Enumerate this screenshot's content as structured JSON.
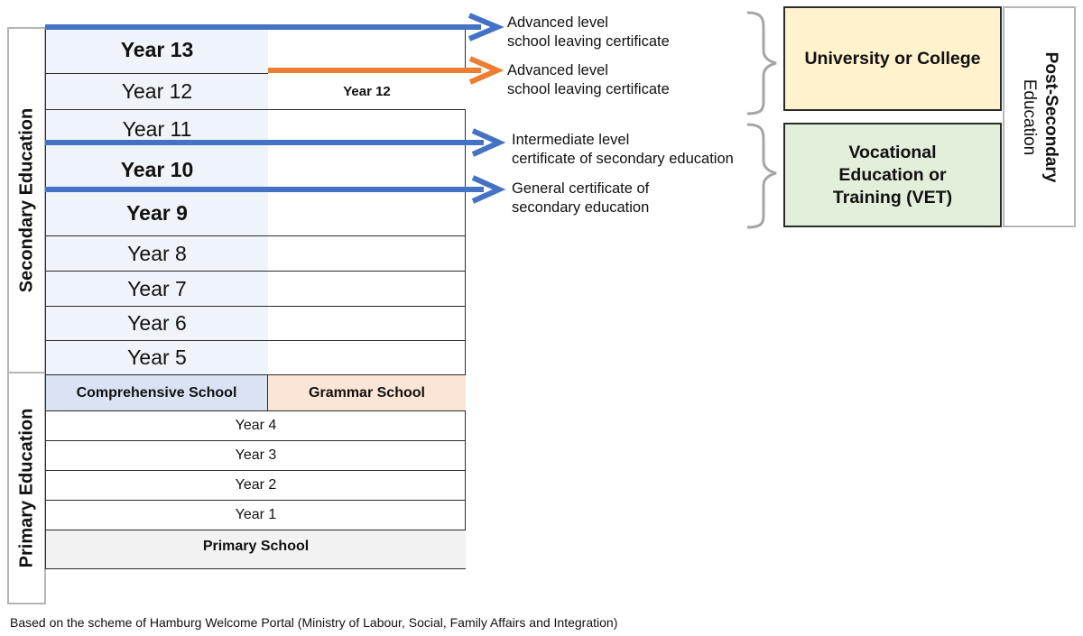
{
  "bands": {
    "secondary": "Secondary Education",
    "primary": "Primary Education"
  },
  "comprehensive": {
    "years": [
      "Year 13",
      "Year 12",
      "Year 11",
      "Year 10",
      "Year 9",
      "Year 8",
      "Year 7",
      "Year 6",
      "Year 5"
    ],
    "label": "Comprehensive School"
  },
  "grammar": {
    "year12": "Year 12",
    "label": "Grammar School"
  },
  "primary": {
    "years": [
      "Year 4",
      "Year 3",
      "Year 2",
      "Year 1"
    ],
    "label": "Primary School"
  },
  "certificates": [
    {
      "line1": "Advanced level",
      "line2": "school leaving certificate"
    },
    {
      "line1": "Advanced level",
      "line2": "school leaving certificate"
    },
    {
      "line1": "Intermediate level",
      "line2": "certificate of secondary education"
    },
    {
      "line1": "General certificate of",
      "line2": "secondary education"
    }
  ],
  "post_secondary": {
    "label_line1": "Post-Secondary",
    "label_line2": "Education",
    "university": "University or College",
    "vet_line1": "Vocational",
    "vet_line2": "Education or",
    "vet_line3": "Training (VET)"
  },
  "footer": "Based on the scheme of Hamburg Welcome Portal (Ministry of Labour, Social, Family Affairs and Integration)",
  "colors": {
    "arrow_blue": "#4472c4",
    "arrow_orange": "#ed7d31",
    "comprehensive_fill": "#eff3fa",
    "comprehensive_label_fill": "#dae3f3",
    "grammar_label_fill": "#fbe5d6",
    "primary_school_fill": "#f2f2f2",
    "university_fill": "#fff2cc",
    "vet_fill": "#e2efda",
    "band_border": "#b5b5b5"
  }
}
